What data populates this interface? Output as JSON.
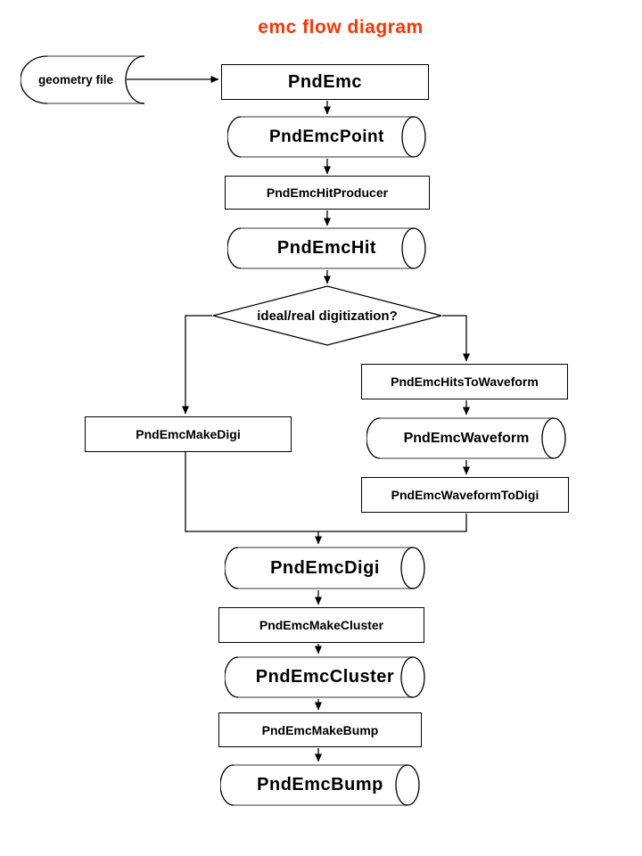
{
  "title": "emc flow diagram",
  "colors": {
    "title": "#ff3300",
    "outline": "#000000",
    "cylinder_edge": "#8c8c8c",
    "background": "#ffffff",
    "text": "#000000"
  },
  "nodes": {
    "geometry_file": {
      "label": "geometry file",
      "shape": "stored-data"
    },
    "pnd_emc": {
      "label": "PndEmc",
      "shape": "rect"
    },
    "pnd_emc_point": {
      "label": "PndEmcPoint",
      "shape": "cylinder"
    },
    "pnd_emc_hit_producer": {
      "label": "PndEmcHitProducer",
      "shape": "rect"
    },
    "pnd_emc_hit": {
      "label": "PndEmcHit",
      "shape": "cylinder"
    },
    "digitization_decision": {
      "label": "ideal/real digitization?",
      "shape": "diamond"
    },
    "pnd_emc_make_digi": {
      "label": "PndEmcMakeDigi",
      "shape": "rect"
    },
    "pnd_emc_hits_to_waveform": {
      "label": "PndEmcHitsToWaveform",
      "shape": "rect"
    },
    "pnd_emc_waveform": {
      "label": "PndEmcWaveform",
      "shape": "cylinder"
    },
    "pnd_emc_waveform_to_digi": {
      "label": "PndEmcWaveformToDigi",
      "shape": "rect"
    },
    "pnd_emc_digi": {
      "label": "PndEmcDigi",
      "shape": "cylinder"
    },
    "pnd_emc_make_cluster": {
      "label": "PndEmcMakeCluster",
      "shape": "rect"
    },
    "pnd_emc_cluster": {
      "label": "PndEmcCluster",
      "shape": "cylinder"
    },
    "pnd_emc_make_bump": {
      "label": "PndEmcMakeBump",
      "shape": "rect"
    },
    "pnd_emc_bump": {
      "label": "PndEmcBump",
      "shape": "cylinder"
    }
  },
  "edges": [
    {
      "from": "geometry_file",
      "to": "pnd_emc"
    },
    {
      "from": "pnd_emc",
      "to": "pnd_emc_point"
    },
    {
      "from": "pnd_emc_point",
      "to": "pnd_emc_hit_producer"
    },
    {
      "from": "pnd_emc_hit_producer",
      "to": "pnd_emc_hit"
    },
    {
      "from": "pnd_emc_hit",
      "to": "digitization_decision"
    },
    {
      "from": "digitization_decision",
      "to": "pnd_emc_make_digi"
    },
    {
      "from": "digitization_decision",
      "to": "pnd_emc_hits_to_waveform"
    },
    {
      "from": "pnd_emc_hits_to_waveform",
      "to": "pnd_emc_waveform"
    },
    {
      "from": "pnd_emc_waveform",
      "to": "pnd_emc_waveform_to_digi"
    },
    {
      "from": "pnd_emc_make_digi",
      "to": "pnd_emc_digi"
    },
    {
      "from": "pnd_emc_waveform_to_digi",
      "to": "pnd_emc_digi"
    },
    {
      "from": "pnd_emc_digi",
      "to": "pnd_emc_make_cluster"
    },
    {
      "from": "pnd_emc_make_cluster",
      "to": "pnd_emc_cluster"
    },
    {
      "from": "pnd_emc_cluster",
      "to": "pnd_emc_make_bump"
    },
    {
      "from": "pnd_emc_make_bump",
      "to": "pnd_emc_bump"
    }
  ]
}
